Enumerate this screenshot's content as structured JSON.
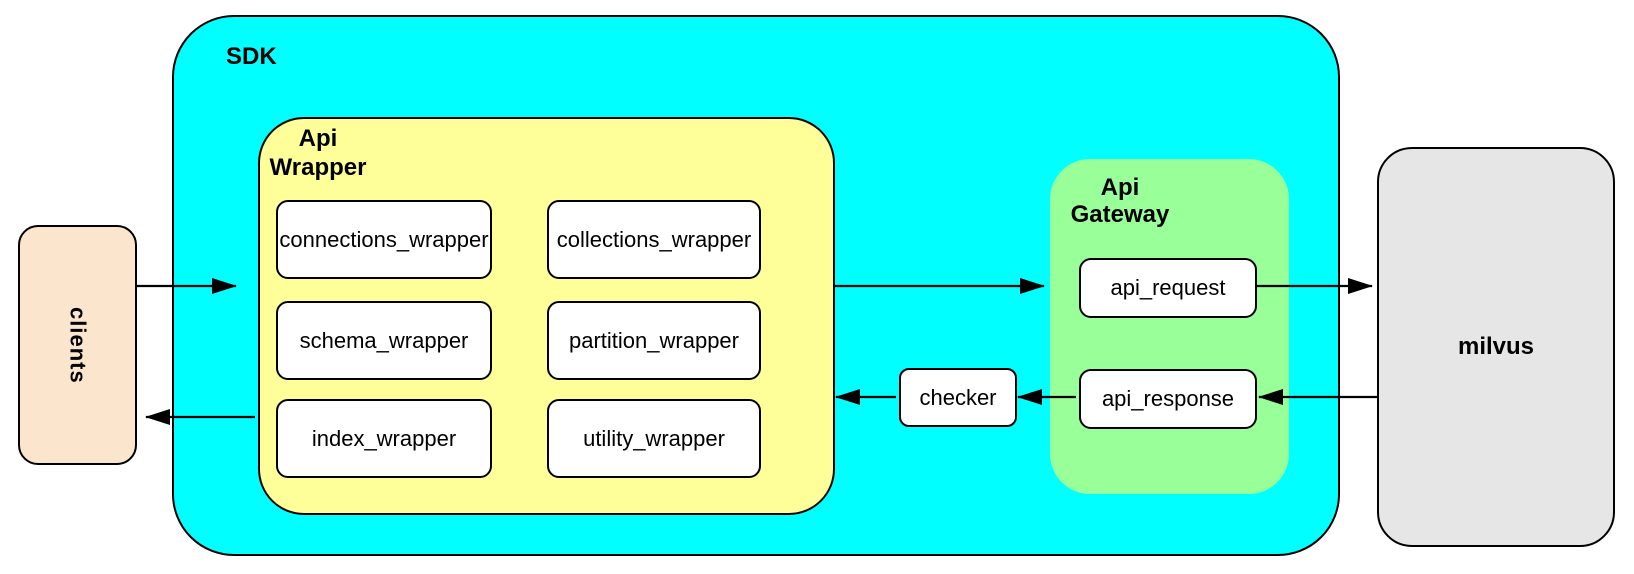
{
  "clients": {
    "label": "clients"
  },
  "sdk": {
    "label": "SDK",
    "api_wrapper": {
      "label_line1": "Api",
      "label_line2": "Wrapper",
      "modules": [
        "connections_wrapper",
        "collections_wrapper",
        "schema_wrapper",
        "partition_wrapper",
        "index_wrapper",
        "utility_wrapper"
      ]
    },
    "checker_label": "checker",
    "api_gateway": {
      "label_line1": "Api",
      "label_line2": "Gateway",
      "request_label": "api_request",
      "response_label": "api_response"
    }
  },
  "milvus": {
    "label": "milvus"
  },
  "colors": {
    "sdk_fill": "#00ffff",
    "api_wrapper_fill": "#ffff99",
    "api_gateway_fill": "#99ff99",
    "clients_fill": "#fce5cd",
    "milvus_fill": "#e6e6e6",
    "node_fill": "#ffffff",
    "border": "#000000"
  }
}
